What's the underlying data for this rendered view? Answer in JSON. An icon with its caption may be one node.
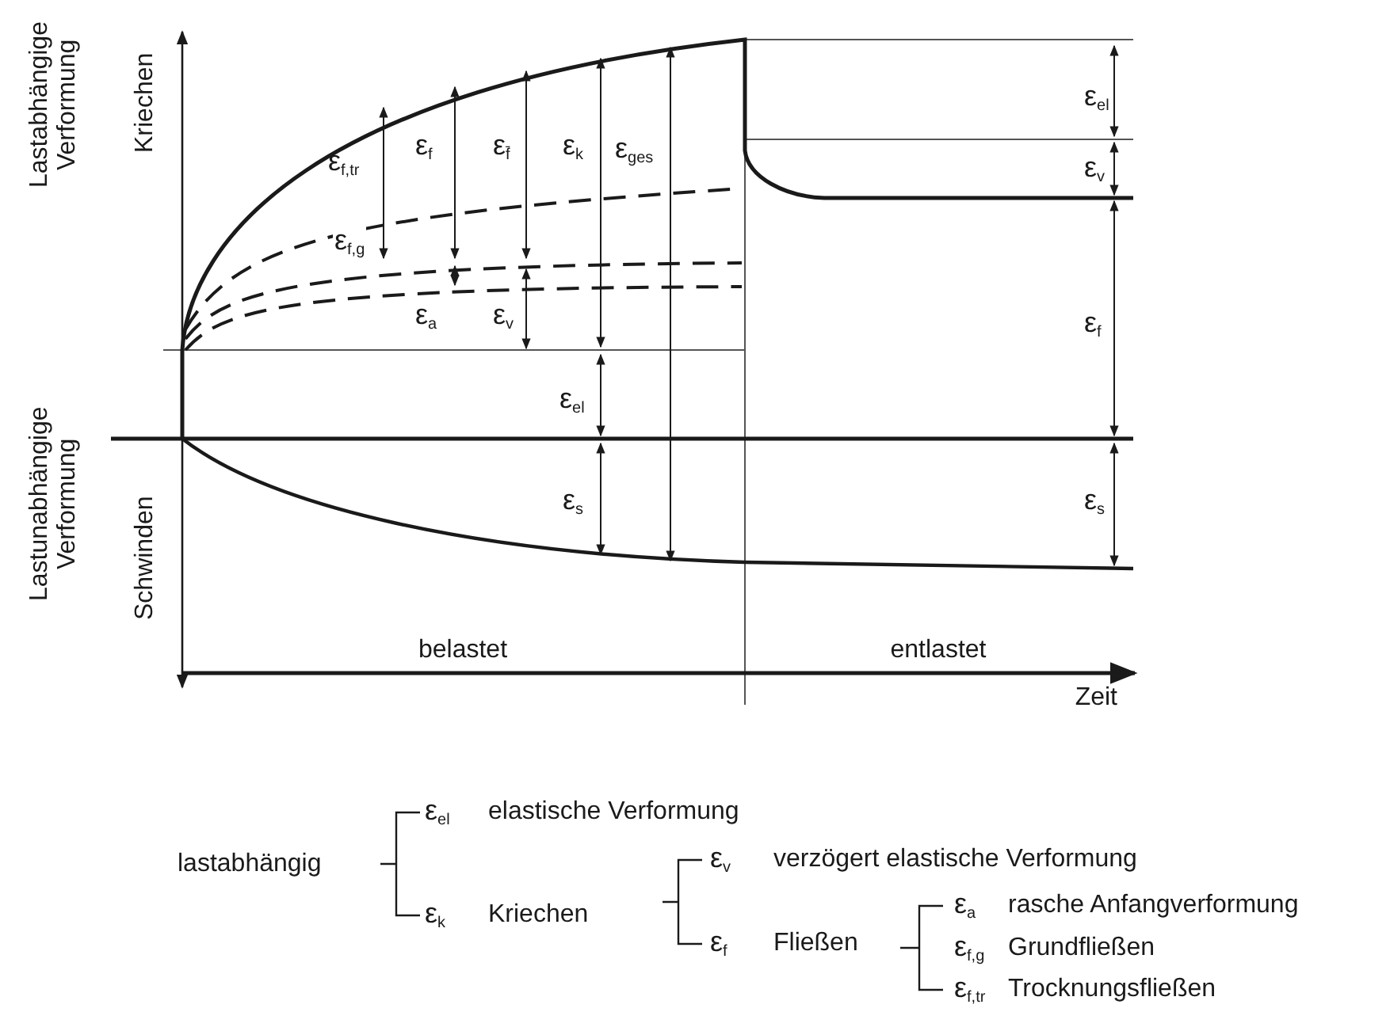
{
  "diagram": {
    "labels": [
      "Lastabhängige Verformung",
      "Kriechen",
      "Lastunabhängige Verformung",
      "Schwinden",
      "ε$_{el}$",
      "ε$_{f,tr}$",
      "ε$_{f}$",
      "ε$_{f̄}$",
      "ε$_{k}$",
      "ε$_{ges}$",
      "ε$_{v}$",
      "ε$_{f,g}$",
      "ε$_{a}$",
      "ε$_{v}$",
      "ε$_{f}$",
      "ε$_{el}$",
      "ε$_{s}$",
      "ε$_{s}$",
      "belastet",
      "entlastet",
      "Zeit",
      "lastabhängig",
      "ε$_{el}$",
      "elastische Verformung",
      "ε$_{v}$",
      "verzögert elastische Verformung",
      "ε$_{k}$",
      "Kriechen",
      "ε$_{a}$",
      "rasche Anfangverformung",
      "ε$_{f}$",
      "Fließen",
      "ε$_{f,g}$",
      "Grundfließen",
      "ε$_{f,tr}$",
      "Trocknungsfließen"
    ]
  }
}
